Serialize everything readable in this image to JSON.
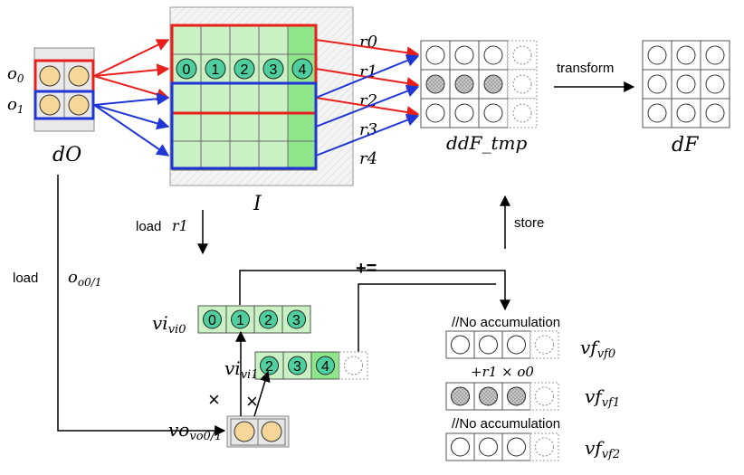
{
  "labels": {
    "dO": "dO",
    "I": "I",
    "dF_tmp": "dF_tmp",
    "dF": "dF",
    "o0": "o0",
    "o1": "o1",
    "r0": "r0",
    "r1": "r1",
    "r2": "r2",
    "r3": "r3",
    "r4": "r4",
    "vi0": "vi0",
    "vi1": "vi1",
    "vo01": "vo0/1",
    "vf0": "vf0",
    "vf1": "vf1",
    "vf2": "vf2"
  },
  "ops": {
    "transform": "transform",
    "load_r1_word": "load",
    "load_r1_sym": "r1",
    "store": "store",
    "load_o_word": "load",
    "load_o_sym": "o0/1",
    "plus_eq": "+=",
    "times": "×",
    "no_accum_1": "//No accumulation",
    "accum_r1_o0": "+r1 × o0",
    "no_accum_2": "//No accumulation"
  },
  "numbers": {
    "row1_indices": [
      "0",
      "1",
      "2",
      "3",
      "4"
    ],
    "vi0_indices": [
      "0",
      "1",
      "2",
      "3"
    ],
    "vi1_indices": [
      "2",
      "3",
      "4"
    ]
  },
  "colors": {
    "red": "#e8201c",
    "blue": "#1f35d6",
    "cell_green": "#c9f1c3",
    "cell_green_dark": "#8fe58a",
    "circle_teal": "#4fcfa0",
    "circle_orange": "#f7d69a",
    "gray_bg": "#e6e6e6",
    "hatch": "#cfcfcf"
  }
}
